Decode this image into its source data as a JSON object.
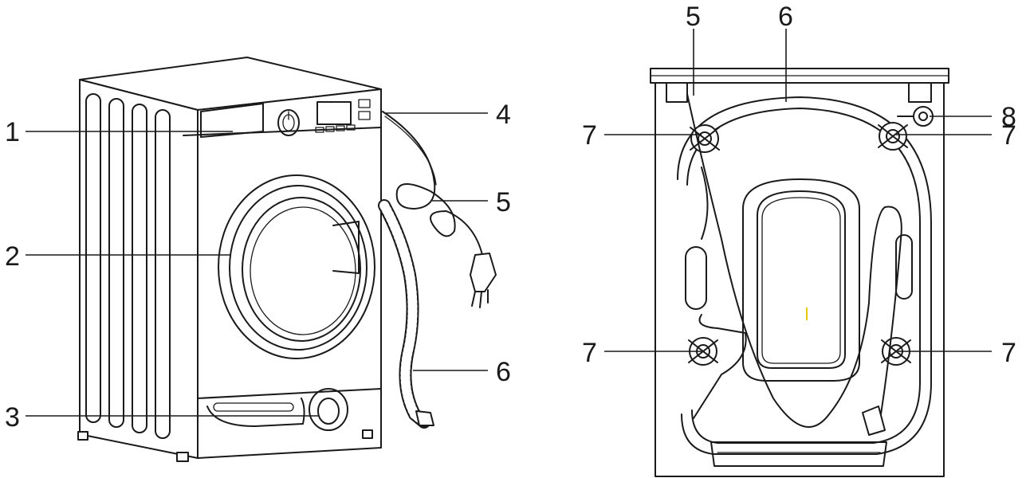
{
  "front_view": {
    "callouts": [
      {
        "id": "front-1",
        "label": "1"
      },
      {
        "id": "front-2",
        "label": "2"
      },
      {
        "id": "front-3",
        "label": "3"
      },
      {
        "id": "front-4",
        "label": "4"
      },
      {
        "id": "front-5",
        "label": "5"
      },
      {
        "id": "front-6",
        "label": "6"
      }
    ]
  },
  "rear_view": {
    "callouts": [
      {
        "id": "rear-5",
        "label": "5"
      },
      {
        "id": "rear-6",
        "label": "6"
      },
      {
        "id": "rear-8",
        "label": "8"
      },
      {
        "id": "rear-7-top-left",
        "label": "7"
      },
      {
        "id": "rear-7-top-right",
        "label": "7"
      },
      {
        "id": "rear-7-bottom-left",
        "label": "7"
      },
      {
        "id": "rear-7-bottom-right",
        "label": "7"
      }
    ]
  },
  "colors": {
    "stroke": "#1a1a1a",
    "background": "#ffffff",
    "accent_mark": "#e8c800"
  }
}
